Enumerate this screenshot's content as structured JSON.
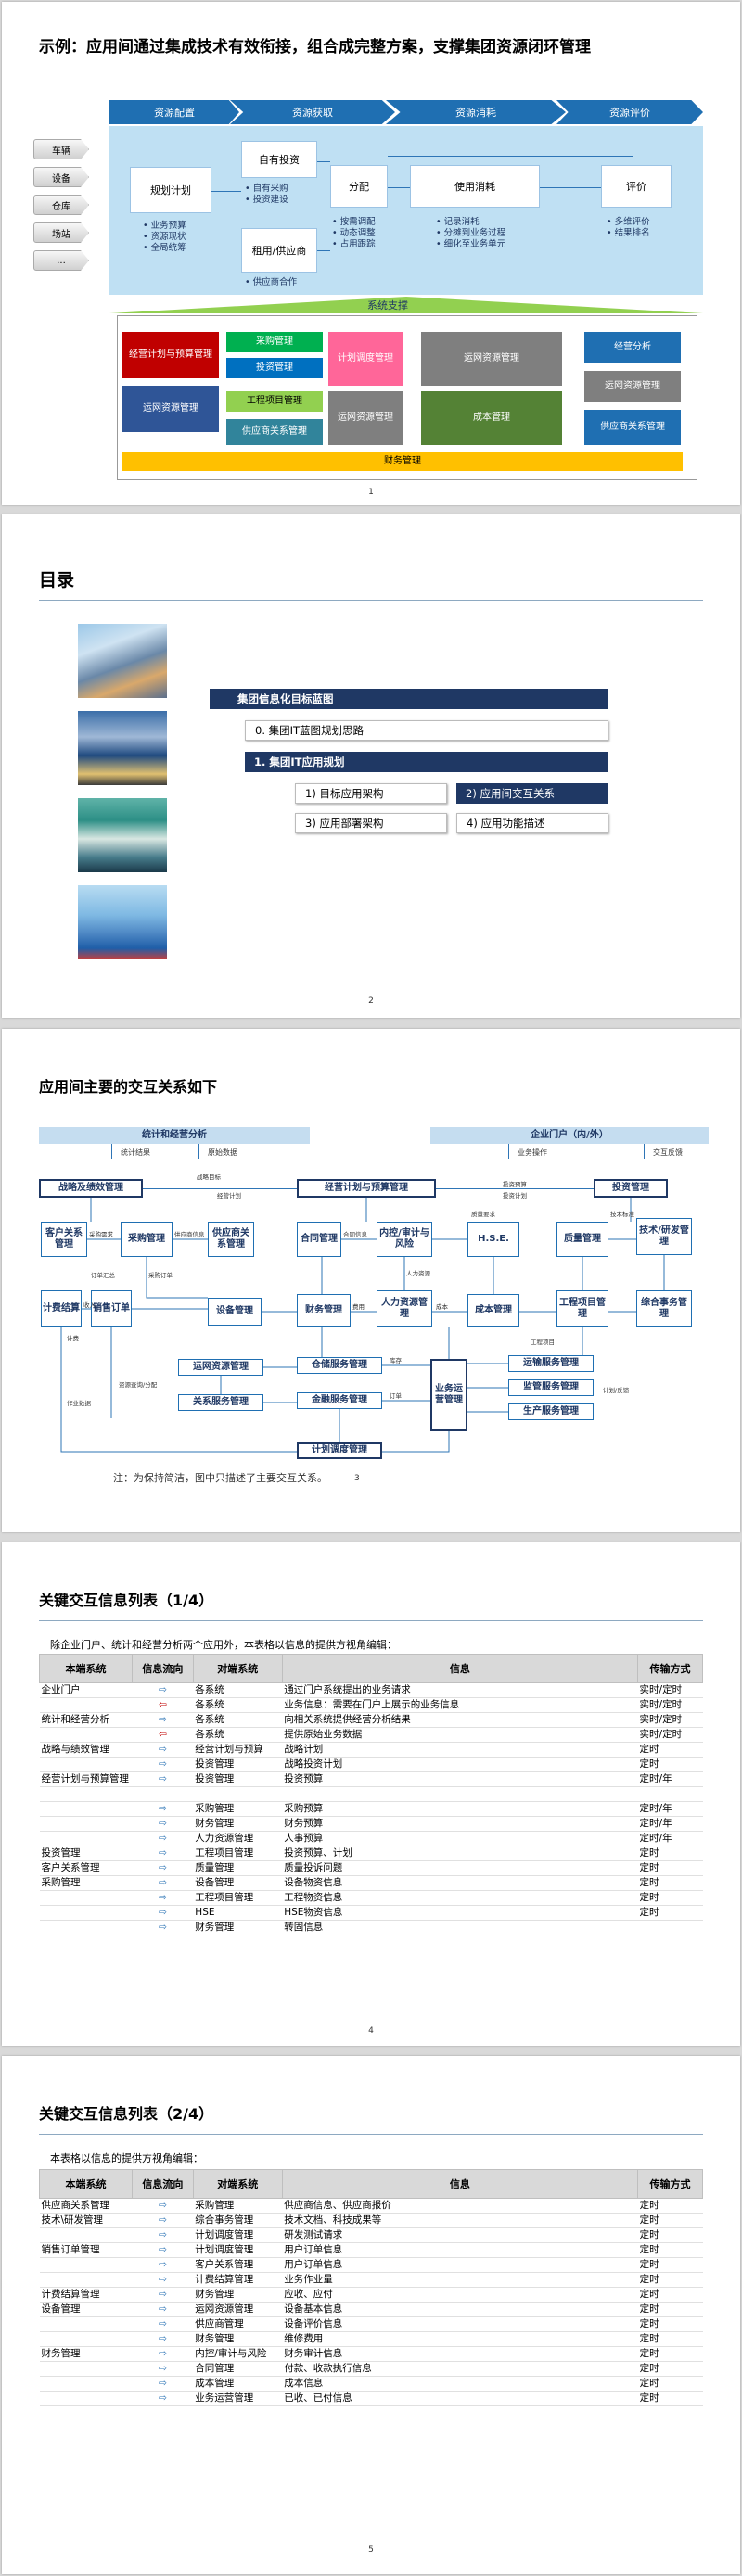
{
  "slide1": {
    "title": "示例：应用间通过集成技术有效衔接，组合成完整方案，支撑集团资源闭环管理",
    "stages": [
      "资源配置",
      "资源获取",
      "资源消耗",
      "资源评价"
    ],
    "tags": [
      "车辆",
      "设备",
      "仓库",
      "场站",
      "..."
    ],
    "flow": {
      "plan": "规划计划",
      "own": "自有投资",
      "rent": "租用/供应商",
      "alloc": "分配",
      "use": "使用消耗",
      "eval": "评价"
    },
    "bullets": {
      "plan": [
        "• 业务预算",
        "• 资源现状",
        "• 全局统筹"
      ],
      "own": [
        "• 自有采购",
        "• 投资建设"
      ],
      "rent": [
        "• 供应商合作"
      ],
      "alloc": [
        "• 按需调配",
        "• 动态调整",
        "• 占用跟踪"
      ],
      "use": [
        "• 记录消耗",
        "• 分摊到业务过程",
        "• 细化至业务单元"
      ],
      "eval": [
        "• 多维评价",
        "• 结果排名"
      ]
    },
    "support": "系统支撑",
    "systems": {
      "jyjh": "经营计划与预算管理",
      "yw_a": "运网资源管理",
      "cg": "采购管理",
      "tz": "投资管理",
      "jhdd": "计划调度管理",
      "gcxm": "工程项目管理",
      "gysgx": "供应商关系管理",
      "yw_b": "运网资源管理",
      "yw_c": "运网资源管理",
      "cb": "成本管理",
      "jyfx": "经营分析",
      "yw_d": "运网资源管理",
      "gysgx2": "供应商关系管理",
      "cw": "财务管理"
    },
    "page": "1"
  },
  "slide2": {
    "title": "目录",
    "header": "集团信息化目标蓝图",
    "item0": "0. 集团IT蓝图规划思路",
    "item1": "1. 集团IT应用规划",
    "sub": [
      "1) 目标应用架构",
      "2) 应用间交互关系",
      "3) 应用部署架构",
      "4) 应用功能描述"
    ],
    "page": "2"
  },
  "slide3": {
    "title": "应用间主要的交互关系如下",
    "left_band": "统计和经营分析",
    "left_sub": [
      "统计结果",
      "原始数据"
    ],
    "right_band": "企业门户（内/外）",
    "right_sub": [
      "业务操作",
      "交互反馈"
    ],
    "boxes": {
      "zlj": "战略及绩效管理",
      "jyjh": "经营计划与预算管理",
      "tz": "投资管理",
      "khgx": "客户关系管理",
      "cg": "采购管理",
      "gysgx": "供应商关系管理",
      "ht": "合同管理",
      "nk": "内控/审计与风险",
      "hse": "H.S.E.",
      "zl": "质量管理",
      "jsyf": "技术/研发管理",
      "jfjs": "计费结算",
      "xsdd": "销售订单",
      "sb": "设备管理",
      "cw": "财务管理",
      "rlzy": "人力资源管理",
      "cb": "成本管理",
      "gcxm": "工程项目管理",
      "zhsw": "综合事务管理",
      "ywzy": "运网资源管理",
      "gxfw": "关系服务管理",
      "ck": "仓储服务管理",
      "jr": "金融服务管理",
      "ywyy": "业务运营管理",
      "ys": "运输服务管理",
      "jk": "监管服务管理",
      "sc": "生产服务管理",
      "jhdd": "计划调度管理"
    },
    "labels": [
      "战略目标",
      "经营计划",
      "投资预算",
      "投资计划",
      "质量要求",
      "技术标准",
      "供应商信息",
      "采购需求",
      "采购订单",
      "合同信息",
      "人力资源",
      "费用",
      "成本",
      "计费",
      "库存",
      "订单",
      "计划/反馈",
      "收入",
      "订单汇总",
      "资源查询/分配",
      "作业数据",
      "工程项目"
    ],
    "note": "注：为保持简洁，图中只描述了主要交互关系。",
    "page": "3"
  },
  "slide4": {
    "title": "关键交互信息列表（1/4）",
    "intro": "除企业门户、统计和经营分析两个应用外，本表格以信息的提供方视角编辑：",
    "headers": [
      "本端系统",
      "信息流向",
      "对端系统",
      "信息",
      "传输方式"
    ],
    "rows": [
      [
        "企业门户",
        "⇨",
        "各系统",
        "通过门户系统提出的业务请求",
        "实时/定时",
        ""
      ],
      [
        "",
        "⇦",
        "各系统",
        "业务信息：需要在门户上展示的业务信息",
        "实时/定时",
        "red"
      ],
      [
        "统计和经营分析",
        "⇨",
        "各系统",
        "向相关系统提供经营分析结果",
        "实时/定时",
        ""
      ],
      [
        "",
        "⇦",
        "各系统",
        "提供原始业务数据",
        "实时/定时",
        "red"
      ],
      [
        "战略与绩效管理",
        "⇨",
        "经营计划与预算",
        "战略计划",
        "定时",
        ""
      ],
      [
        "",
        "⇨",
        "投资管理",
        "战略投资计划",
        "定时",
        ""
      ],
      [
        "经营计划与预算管理",
        "⇨",
        "投资管理",
        "投资预算",
        "定时/年",
        ""
      ],
      [
        "",
        "",
        "",
        "",
        "",
        ""
      ],
      [
        "",
        "⇨",
        "采购管理",
        "采购预算",
        "定时/年",
        ""
      ],
      [
        "",
        "⇨",
        "财务管理",
        "财务预算",
        "定时/年",
        ""
      ],
      [
        "",
        "⇨",
        "人力资源管理",
        "人事预算",
        "定时/年",
        ""
      ],
      [
        "投资管理",
        "⇨",
        "工程项目管理",
        "投资预算、计划",
        "定时",
        ""
      ],
      [
        "客户关系管理",
        "⇨",
        "质量管理",
        "质量投诉问题",
        "定时",
        ""
      ],
      [
        "采购管理",
        "⇨",
        "设备管理",
        "设备物资信息",
        "定时",
        ""
      ],
      [
        "",
        "⇨",
        "工程项目管理",
        "工程物资信息",
        "定时",
        ""
      ],
      [
        "",
        "⇨",
        "HSE",
        "HSE物资信息",
        "定时",
        ""
      ],
      [
        "",
        "⇨",
        "财务管理",
        "转固信息",
        "",
        ""
      ]
    ],
    "page": "4"
  },
  "slide5": {
    "title": "关键交互信息列表（2/4）",
    "intro": "本表格以信息的提供方视角编辑：",
    "headers": [
      "本端系统",
      "信息流向",
      "对端系统",
      "信息",
      "传输方式"
    ],
    "rows": [
      [
        "供应商关系管理",
        "⇨",
        "采购管理",
        "供应商信息、供应商报价",
        "定时"
      ],
      [
        "技术\\研发管理",
        "⇨",
        "综合事务管理",
        "技术文档、科技成果等",
        "定时"
      ],
      [
        "",
        "⇨",
        "计划调度管理",
        "研发测试请求",
        "定时"
      ],
      [
        "销售订单管理",
        "⇨",
        "计划调度管理",
        "用户订单信息",
        "定时"
      ],
      [
        "",
        "⇨",
        "客户关系管理",
        "用户订单信息",
        "定时"
      ],
      [
        "",
        "⇨",
        "计费结算管理",
        "业务作业量",
        "定时"
      ],
      [
        "计费结算管理",
        "⇨",
        "财务管理",
        "应收、应付",
        "定时"
      ],
      [
        "设备管理",
        "⇨",
        "运网资源管理",
        "设备基本信息",
        "定时"
      ],
      [
        "",
        "⇨",
        "供应商管理",
        "设备评价信息",
        "定时"
      ],
      [
        "",
        "⇨",
        "财务管理",
        "维修费用",
        "定时"
      ],
      [
        "财务管理",
        "⇨",
        "内控/审计与风险",
        "财务审计信息",
        "定时"
      ],
      [
        "",
        "⇨",
        "合同管理",
        "付款、收款执行信息",
        "定时"
      ],
      [
        "",
        "⇨",
        "成本管理",
        "成本信息",
        "定时"
      ],
      [
        "",
        "⇨",
        "业务运营管理",
        "已收、已付信息",
        "定时"
      ]
    ],
    "page": "5"
  }
}
